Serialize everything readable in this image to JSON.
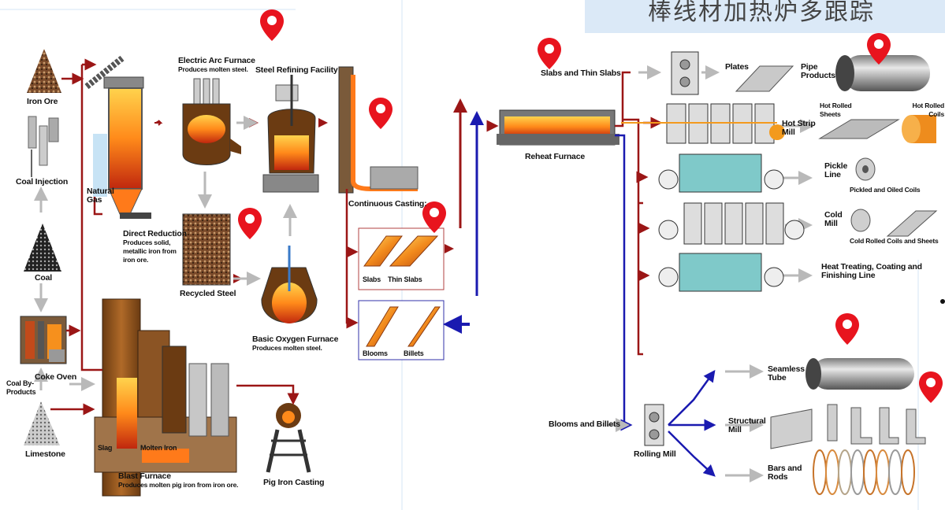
{
  "title_band": {
    "text": "棒线材加热炉多跟踪"
  },
  "left": {
    "iron_ore": "Iron Ore",
    "coal_injection": "Coal Injection",
    "natural_gas": "Natural Gas",
    "coal": "Coal",
    "coke_oven": "Coke Oven",
    "coal_byproducts": "Coal By-Products",
    "limestone": "Limestone",
    "direct_reduction": "Direct Reduction",
    "direct_reduction_sub": "Produces solid, metallic iron from iron ore.",
    "eaf": "Electric Arc Furnace",
    "eaf_sub": "Produces molten steel.",
    "refining": "Steel Refining Facility",
    "continuous_casting": "Continuous Casting:",
    "recycled_steel": "Recycled Steel",
    "bof": "Basic Oxygen Furnace",
    "bof_sub": "Produces molten steel.",
    "slabs": "Slabs",
    "thin_slabs": "Thin Slabs",
    "blooms": "Blooms",
    "billets": "Billets",
    "slag": "Slag",
    "molten_iron": "Molten Iron",
    "blast_furnace": "Blast Furnace",
    "blast_furnace_sub": "Produces molten pig iron from iron ore.",
    "pig_iron": "Pig Iron Casting"
  },
  "right": {
    "slabs_thin": "Slabs and Thin Slabs",
    "reheat": "Reheat Furnace",
    "plates": "Plates",
    "pipe_products": "Pipe Products",
    "hot_rolled_sheets": "Hot Rolled Sheets",
    "hot_rolled_coils": "Hot Rolled Coils",
    "hot_strip_mill": "Hot Strip Mill",
    "pickle_line": "Pickle Line",
    "pickled_oiled": "Pickled and Oiled Coils",
    "cold_mill": "Cold Mill",
    "cold_rolled": "Cold Rolled Coils and Sheets",
    "heat_treating": "Heat Treating, Coating and Finishing Line",
    "seamless_tube": "Seamless Tube",
    "structural_mill": "Structural Mill",
    "bars_rods": "Bars and Rods",
    "blooms_billets": "Blooms and Billets",
    "rolling_mill": "Rolling Mill"
  },
  "colors": {
    "pin": "#e8141e",
    "red_line": "#9b1616",
    "blue_line": "#1a1ab0",
    "gray_arrow": "#b9b9b9"
  },
  "icons": [
    "location-pin-icon"
  ]
}
